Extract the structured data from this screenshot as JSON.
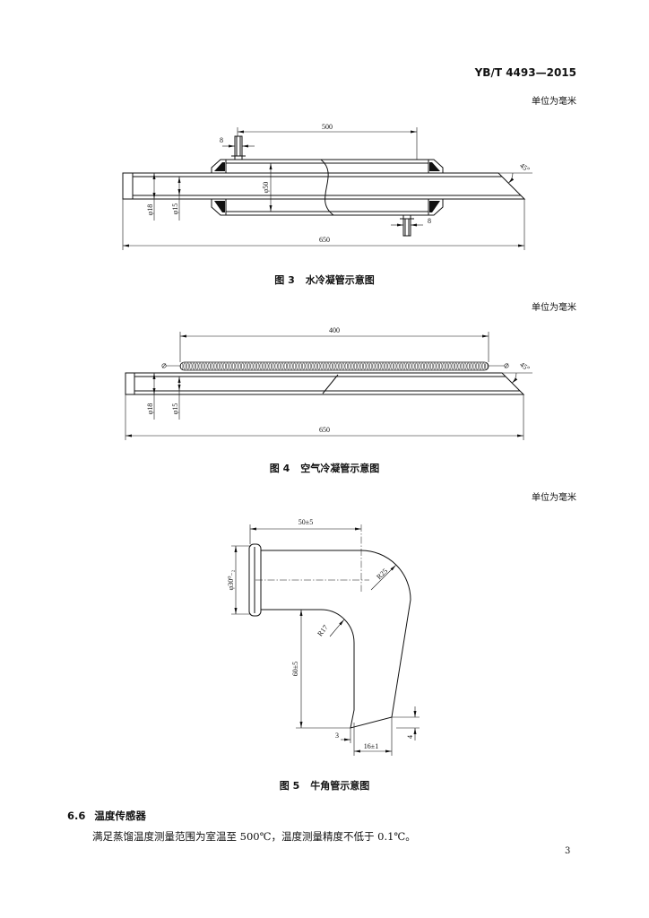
{
  "header": {
    "standard_code": "YB/T 4493—2015"
  },
  "figures": [
    {
      "unit_note": "单位为毫米",
      "number": "图 3",
      "title": "水冷凝管示意图",
      "labels": {
        "jacket_length": "500",
        "top_nozzle_width": "8",
        "jacket_diameter": "φ50",
        "tube_outer_diameter": "φ18",
        "tube_inner_diameter": "φ15",
        "cut_angle": "45°",
        "bottom_nozzle_width": "8",
        "total_length": "650"
      }
    },
    {
      "unit_note": "单位为毫米",
      "number": "图 4",
      "title": "空气冷凝管示意图",
      "labels": {
        "finned_length": "400",
        "tube_outer_diameter": "φ18",
        "tube_inner_diameter": "φ15",
        "cut_angle": "45°",
        "total_length": "650"
      }
    },
    {
      "unit_note": "单位为毫米",
      "number": "图 5",
      "title": "牛角管示意图",
      "labels": {
        "horizontal_length": "50±5",
        "inlet_diameter": "φ30⁰₋₂",
        "outer_radius": "R25",
        "inner_radius": "R17",
        "vertical_length": "60±5",
        "tip_offset": "3",
        "outlet_width": "16±1",
        "tip_height": "4"
      }
    }
  ],
  "section": {
    "number": "6.6",
    "title": "温度传感器",
    "body": "满足蒸馏温度测量范围为室温至 500℃，温度测量精度不低于 0.1℃。"
  },
  "page_number": "3"
}
